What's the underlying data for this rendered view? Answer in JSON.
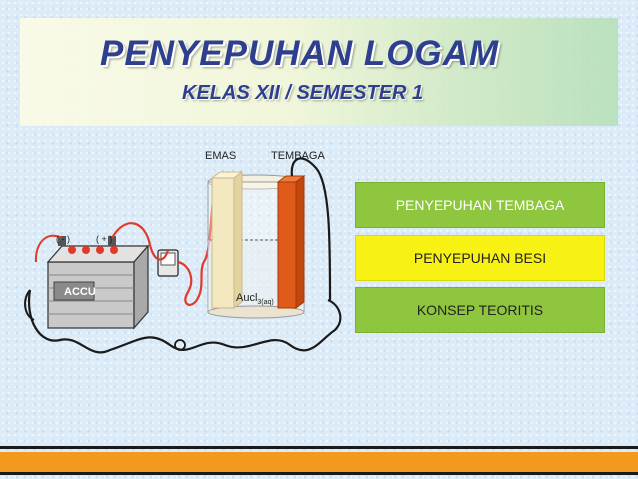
{
  "slide": {
    "title": "PENYEPUHAN LOGAM",
    "subtitle": "KELAS  XII  /  SEMESTER 1"
  },
  "diagram": {
    "label_anode": "EMAS",
    "label_cathode": "TEMBAGA",
    "label_battery": "ACCU",
    "electrolyte_main": "Aucl",
    "electrolyte_sub": "3(aq)",
    "battery_terminals": [
      "( - )",
      "( + )"
    ]
  },
  "nav": {
    "copper_plating": "PENYEPUHAN TEMBAGA",
    "iron_plating": "PENYEPUHAN BESI",
    "theory": "KONSEP TEORITIS"
  },
  "colors": {
    "title": "#2f3f8f",
    "nav_green": "#8fc640",
    "nav_yellow": "#f7f213",
    "copper": "#e05a1a",
    "wire": "#e23a2a",
    "bottom_stripe": "#f29a1e"
  }
}
